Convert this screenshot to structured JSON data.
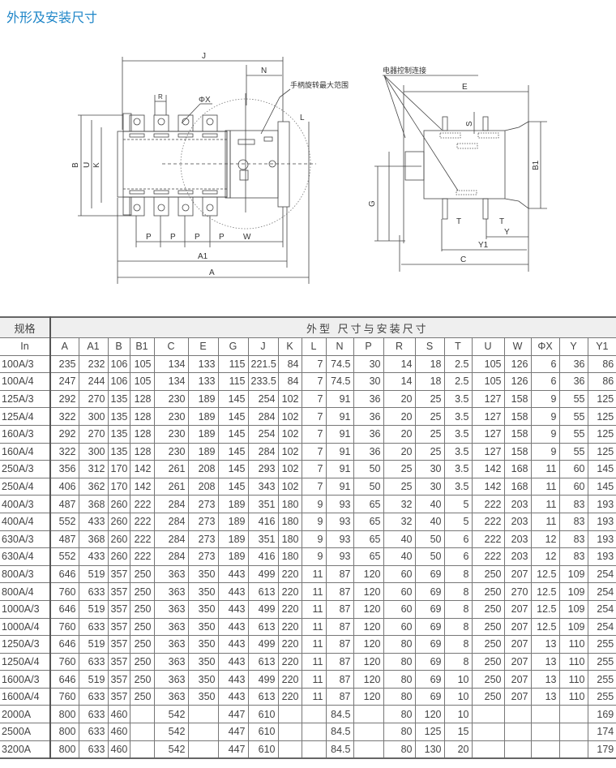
{
  "title": "外形及安装尺寸",
  "drawing": {
    "front_labels": {
      "J": "J",
      "N": "N",
      "R": "R",
      "phiX": "ΦX",
      "handle_range": "手柄旋转最大范围",
      "L": "L",
      "B": "B",
      "U": "U",
      "K": "K",
      "P": "P",
      "W": "W",
      "A1": "A1",
      "A": "A"
    },
    "side_labels": {
      "control": "电器控制连接",
      "E": "E",
      "S": "S",
      "B1": "B1",
      "G": "G",
      "T": "T",
      "Y": "Y",
      "Y1": "Y1",
      "C": "C"
    }
  },
  "table": {
    "spec_header": "规格",
    "group_header": "外型 尺寸与安装尺寸",
    "columns": [
      "In",
      "A",
      "A1",
      "B",
      "B1",
      "C",
      "E",
      "G",
      "J",
      "K",
      "L",
      "N",
      "P",
      "R",
      "S",
      "T",
      "U",
      "W",
      "ΦX",
      "Y",
      "Y1"
    ],
    "rows": [
      [
        "100A/3",
        "235",
        "232",
        "106",
        "105",
        "134",
        "133",
        "115",
        "221.5",
        "84",
        "7",
        "74.5",
        "30",
        "14",
        "18",
        "2.5",
        "105",
        "126",
        "6",
        "36",
        "86"
      ],
      [
        "100A/4",
        "247",
        "244",
        "106",
        "105",
        "134",
        "133",
        "115",
        "233.5",
        "84",
        "7",
        "74.5",
        "30",
        "14",
        "18",
        "2.5",
        "105",
        "126",
        "6",
        "36",
        "86"
      ],
      [
        "125A/3",
        "292",
        "270",
        "135",
        "128",
        "230",
        "189",
        "145",
        "254",
        "102",
        "7",
        "91",
        "36",
        "20",
        "25",
        "3.5",
        "127",
        "158",
        "9",
        "55",
        "125"
      ],
      [
        "125A/4",
        "322",
        "300",
        "135",
        "128",
        "230",
        "189",
        "145",
        "284",
        "102",
        "7",
        "91",
        "36",
        "20",
        "25",
        "3.5",
        "127",
        "158",
        "9",
        "55",
        "125"
      ],
      [
        "160A/3",
        "292",
        "270",
        "135",
        "128",
        "230",
        "189",
        "145",
        "254",
        "102",
        "7",
        "91",
        "36",
        "20",
        "25",
        "3.5",
        "127",
        "158",
        "9",
        "55",
        "125"
      ],
      [
        "160A/4",
        "322",
        "300",
        "135",
        "128",
        "230",
        "189",
        "145",
        "284",
        "102",
        "7",
        "91",
        "36",
        "20",
        "25",
        "3.5",
        "127",
        "158",
        "9",
        "55",
        "125"
      ],
      [
        "250A/3",
        "356",
        "312",
        "170",
        "142",
        "261",
        "208",
        "145",
        "293",
        "102",
        "7",
        "91",
        "50",
        "25",
        "30",
        "3.5",
        "142",
        "168",
        "11",
        "60",
        "145"
      ],
      [
        "250A/4",
        "406",
        "362",
        "170",
        "142",
        "261",
        "208",
        "145",
        "343",
        "102",
        "7",
        "91",
        "50",
        "25",
        "30",
        "3.5",
        "142",
        "168",
        "11",
        "60",
        "145"
      ],
      [
        "400A/3",
        "487",
        "368",
        "260",
        "222",
        "284",
        "273",
        "189",
        "351",
        "180",
        "9",
        "93",
        "65",
        "32",
        "40",
        "5",
        "222",
        "203",
        "11",
        "83",
        "193"
      ],
      [
        "400A/4",
        "552",
        "433",
        "260",
        "222",
        "284",
        "273",
        "189",
        "416",
        "180",
        "9",
        "93",
        "65",
        "32",
        "40",
        "5",
        "222",
        "203",
        "11",
        "83",
        "193"
      ],
      [
        "630A/3",
        "487",
        "368",
        "260",
        "222",
        "284",
        "273",
        "189",
        "351",
        "180",
        "9",
        "93",
        "65",
        "40",
        "50",
        "6",
        "222",
        "203",
        "12",
        "83",
        "193"
      ],
      [
        "630A/4",
        "552",
        "433",
        "260",
        "222",
        "284",
        "273",
        "189",
        "416",
        "180",
        "9",
        "93",
        "65",
        "40",
        "50",
        "6",
        "222",
        "203",
        "12",
        "83",
        "193"
      ],
      [
        "800A/3",
        "646",
        "519",
        "357",
        "250",
        "363",
        "350",
        "443",
        "499",
        "220",
        "11",
        "87",
        "120",
        "60",
        "69",
        "8",
        "250",
        "207",
        "12.5",
        "109",
        "254"
      ],
      [
        "800A/4",
        "760",
        "633",
        "357",
        "250",
        "363",
        "350",
        "443",
        "613",
        "220",
        "11",
        "87",
        "120",
        "60",
        "69",
        "8",
        "250",
        "270",
        "12.5",
        "109",
        "254"
      ],
      [
        "1000A/3",
        "646",
        "519",
        "357",
        "250",
        "363",
        "350",
        "443",
        "499",
        "220",
        "11",
        "87",
        "120",
        "60",
        "69",
        "8",
        "250",
        "207",
        "12.5",
        "109",
        "254"
      ],
      [
        "1000A/4",
        "760",
        "633",
        "357",
        "250",
        "363",
        "350",
        "443",
        "613",
        "220",
        "11",
        "87",
        "120",
        "60",
        "69",
        "8",
        "250",
        "207",
        "12.5",
        "109",
        "254"
      ],
      [
        "1250A/3",
        "646",
        "519",
        "357",
        "250",
        "363",
        "350",
        "443",
        "499",
        "220",
        "11",
        "87",
        "120",
        "80",
        "69",
        "8",
        "250",
        "207",
        "13",
        "110",
        "255"
      ],
      [
        "1250A/4",
        "760",
        "633",
        "357",
        "250",
        "363",
        "350",
        "443",
        "613",
        "220",
        "11",
        "87",
        "120",
        "80",
        "69",
        "8",
        "250",
        "207",
        "13",
        "110",
        "255"
      ],
      [
        "1600A/3",
        "646",
        "519",
        "357",
        "250",
        "363",
        "350",
        "443",
        "499",
        "220",
        "11",
        "87",
        "120",
        "80",
        "69",
        "10",
        "250",
        "207",
        "13",
        "110",
        "255"
      ],
      [
        "1600A/4",
        "760",
        "633",
        "357",
        "250",
        "363",
        "350",
        "443",
        "613",
        "220",
        "11",
        "87",
        "120",
        "80",
        "69",
        "10",
        "250",
        "207",
        "13",
        "110",
        "255"
      ],
      [
        "2000A",
        "800",
        "633",
        "460",
        "",
        "542",
        "",
        "447",
        "610",
        "",
        "",
        "84.5",
        "",
        "80",
        "120",
        "10",
        "",
        "",
        "",
        "",
        "169"
      ],
      [
        "2500A",
        "800",
        "633",
        "460",
        "",
        "542",
        "",
        "447",
        "610",
        "",
        "",
        "84.5",
        "",
        "80",
        "125",
        "15",
        "",
        "",
        "",
        "",
        "174"
      ],
      [
        "3200A",
        "800",
        "633",
        "460",
        "",
        "542",
        "",
        "447",
        "610",
        "",
        "",
        "84.5",
        "",
        "80",
        "130",
        "20",
        "",
        "",
        "",
        "",
        "179"
      ]
    ]
  }
}
